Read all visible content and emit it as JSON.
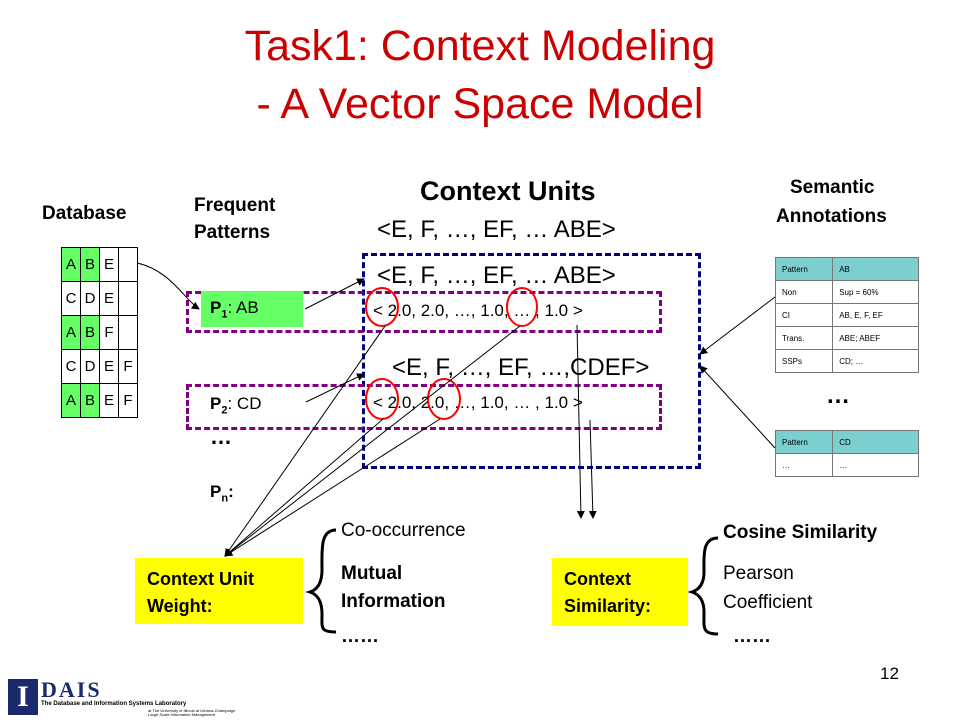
{
  "title": {
    "line1": "Task1: Context Modeling",
    "line2": "- A Vector Space Model"
  },
  "database": {
    "label": "Database",
    "rows": [
      [
        {
          "t": "A",
          "g": true
        },
        {
          "t": "B",
          "g": true
        },
        {
          "t": "E",
          "g": false
        },
        {
          "t": "",
          "g": false
        }
      ],
      [
        {
          "t": "C",
          "g": false
        },
        {
          "t": "D",
          "g": false
        },
        {
          "t": "E",
          "g": false
        },
        {
          "t": "",
          "g": false
        }
      ],
      [
        {
          "t": "A",
          "g": true
        },
        {
          "t": "B",
          "g": true
        },
        {
          "t": "F",
          "g": false
        },
        {
          "t": "",
          "g": false
        }
      ],
      [
        {
          "t": "C",
          "g": false
        },
        {
          "t": "D",
          "g": false
        },
        {
          "t": "E",
          "g": false
        },
        {
          "t": "F",
          "g": false
        }
      ],
      [
        {
          "t": "A",
          "g": true
        },
        {
          "t": "B",
          "g": true
        },
        {
          "t": "E",
          "g": false
        },
        {
          "t": "F",
          "g": false
        }
      ]
    ]
  },
  "patterns": {
    "label_line1": "Frequent",
    "label_line2": "Patterns",
    "p1_label": "P",
    "p1_sub": "1",
    "p1_value": ":   AB",
    "p2_label": "P",
    "p2_sub": "2",
    "p2_value": ":   CD",
    "ellipsis": "…",
    "pn_label": "P",
    "pn_sub": "n",
    "pn_value": ":"
  },
  "context_units": {
    "title": "Context Units",
    "vector_header": "<E,  F, …, EF, … ABE>",
    "vector1": "<E,  F, …, EF, … ABE>",
    "values1": "<  2.0, 2.0, …, 1.0, … ,   1.0 >",
    "vector2": "<E,  F, …, EF, …,CDEF>",
    "values2": "<  2.0, 2.0, …, 1.0, … ,   1.0 >"
  },
  "semantic": {
    "label_line1": "Semantic",
    "label_line2": "Annotations",
    "table1": [
      [
        "Pattern",
        "AB"
      ],
      [
        "Non",
        "Sup = 60%"
      ],
      [
        "CI",
        "AB, E, F, EF"
      ],
      [
        "Trans.",
        "ABE; ABEF"
      ],
      [
        "SSPs",
        "CD; …"
      ]
    ],
    "ellipsis": "…",
    "table2": [
      [
        "Pattern",
        "CD"
      ],
      [
        "…",
        "…"
      ]
    ]
  },
  "weight": {
    "box_line1": "Context Unit",
    "box_line2": "Weight:",
    "opt1": "Co-occurrence",
    "opt2_line1": "Mutual",
    "opt2_line2": "Information",
    "opt3": "……"
  },
  "similarity": {
    "box_line1": "Context",
    "box_line2": "Similarity:",
    "opt1": "Cosine Similarity",
    "opt2_line1": "Pearson",
    "opt2_line2": "Coefficient",
    "opt3": "……"
  },
  "page_number": "12",
  "logo": {
    "mark": "DAIS",
    "line1": "The Database and Information Systems Laboratory",
    "line2": "at The University of Illinois at Urbana-Champaign",
    "line3": "Large Scale Information Management"
  },
  "colors": {
    "title": "#cc0000",
    "pattern_green": "#66ff66",
    "box_yellow": "#ffff00",
    "dash_navy": "#000080",
    "dash_purple": "#800080",
    "circle_red": "#ff0000"
  }
}
